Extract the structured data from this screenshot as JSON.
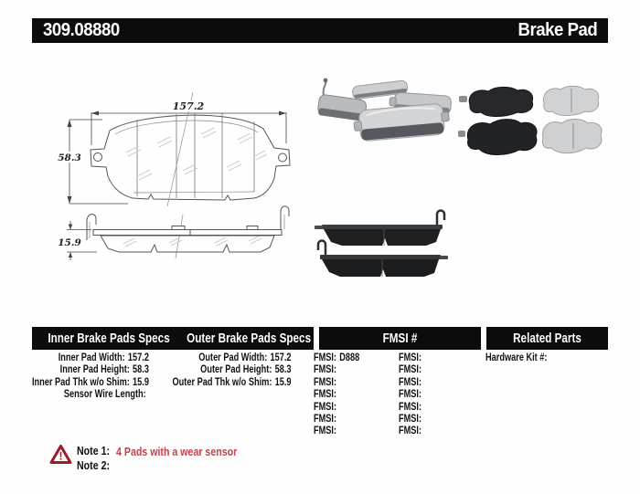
{
  "header": {
    "part_number": "309.08880",
    "title": "Brake Pad"
  },
  "drawing": {
    "width_dim": "157.2",
    "height_dim": "58.3",
    "thickness_dim": "15.9"
  },
  "table": {
    "inner": {
      "header": "Inner Brake Pads Specs",
      "rows": [
        {
          "label": "Inner Pad Width:",
          "value": "157.2"
        },
        {
          "label": "Inner Pad Height:",
          "value": "58.3"
        },
        {
          "label": "Inner Pad Thk w/o Shim:",
          "value": "15.9"
        },
        {
          "label": "Sensor Wire Length:",
          "value": ""
        }
      ]
    },
    "outer": {
      "header": "Outer Brake Pads Specs",
      "rows": [
        {
          "label": "Outer Pad Width:",
          "value": "157.2"
        },
        {
          "label": "Outer Pad Height:",
          "value": "58.3"
        },
        {
          "label": "Outer Pad Thk w/o Shim:",
          "value": "15.9"
        }
      ]
    },
    "fmsi": {
      "header": "FMSI #",
      "label": "FMSI:",
      "col1_values": [
        "D888",
        "",
        "",
        "",
        "",
        "",
        ""
      ],
      "col2_values": [
        "",
        "",
        "",
        "",
        "",
        "",
        ""
      ]
    },
    "related": {
      "header": "Related Parts",
      "rows": [
        {
          "label": "Hardware Kit #:",
          "value": ""
        }
      ]
    }
  },
  "notes": {
    "note1_label": "Note 1:",
    "note1_text": "4 Pads with a wear sensor",
    "note2_label": "Note 2:",
    "note2_text": ""
  },
  "colors": {
    "accent_red": "#c5414e",
    "bar_black": "#0c0c0c"
  }
}
